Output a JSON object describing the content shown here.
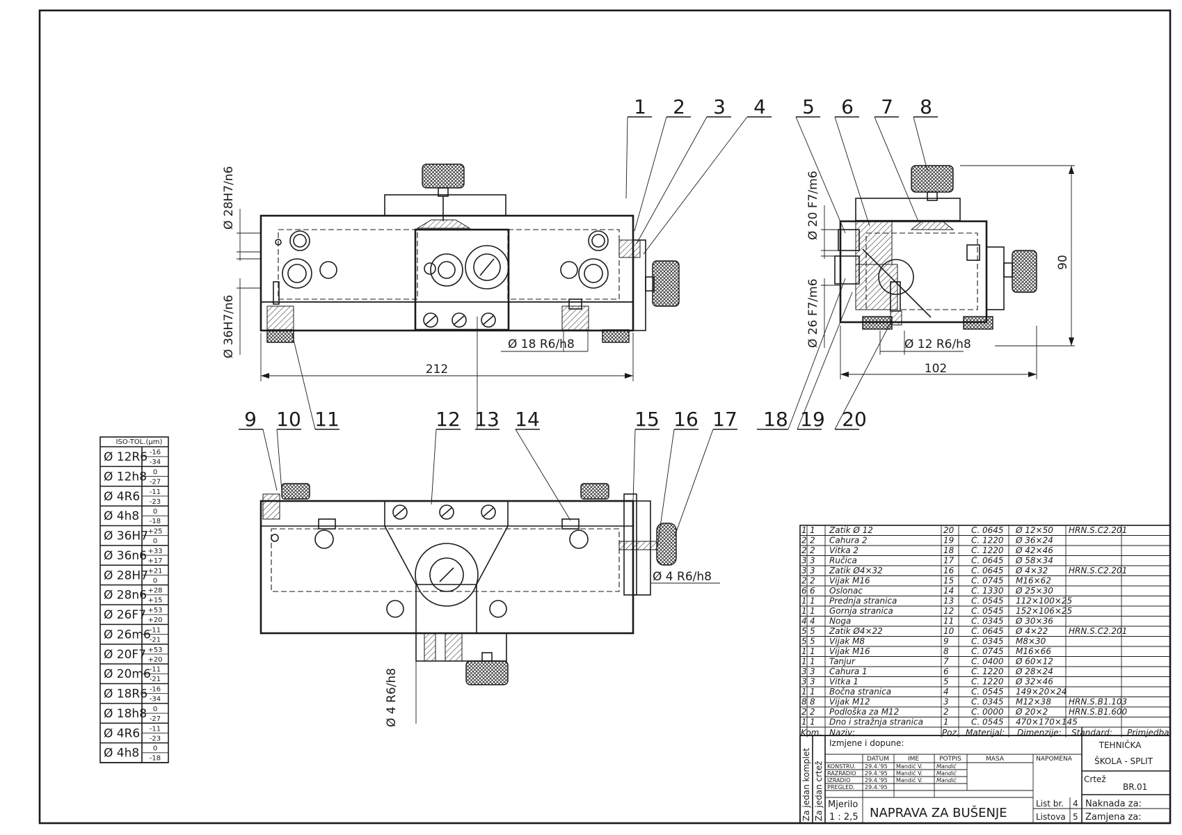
{
  "callouts": [
    "1",
    "2",
    "3",
    "4",
    "5",
    "6",
    "7",
    "8",
    "9",
    "10",
    "11",
    "12",
    "13",
    "14",
    "15",
    "16",
    "17",
    "18",
    "19",
    "20"
  ],
  "dimensions": {
    "d28": "Ø 28H7/n6",
    "d36": "Ø 36H7/n6",
    "d18": "Ø 18 R6/h8",
    "w212": "212",
    "d20": "Ø 20 F7/m6",
    "d26": "Ø 26 F7/m6",
    "d12": "Ø 12 R6/h8",
    "w102": "102",
    "h90": "90",
    "d4a": "Ø 4 R6/h8",
    "d4b": "Ø 4 R6/h8"
  },
  "tolerance_table": {
    "header": "ISO-TOL.(μm)",
    "rows": [
      {
        "fit": "Ø 12R6",
        "upper": "-16",
        "lower": "-34"
      },
      {
        "fit": "Ø 12h8",
        "upper": "0",
        "lower": "-27"
      },
      {
        "fit": "Ø 4R6",
        "upper": "-11",
        "lower": "-23"
      },
      {
        "fit": "Ø 4h8",
        "upper": "0",
        "lower": "-18"
      },
      {
        "fit": "Ø 36H7",
        "upper": "+25",
        "lower": "0"
      },
      {
        "fit": "Ø 36n6",
        "upper": "+33",
        "lower": "+17"
      },
      {
        "fit": "Ø 28H7",
        "upper": "+21",
        "lower": "0"
      },
      {
        "fit": "Ø 28n6",
        "upper": "+28",
        "lower": "+15"
      },
      {
        "fit": "Ø 26F7",
        "upper": "+53",
        "lower": "+20"
      },
      {
        "fit": "Ø 26m6",
        "upper": "-11",
        "lower": "-21"
      },
      {
        "fit": "Ø 20F7",
        "upper": "+53",
        "lower": "+20"
      },
      {
        "fit": "Ø 20m6",
        "upper": "-11",
        "lower": "-21"
      },
      {
        "fit": "Ø 18R6",
        "upper": "-16",
        "lower": "-34"
      },
      {
        "fit": "Ø 18h8",
        "upper": "0",
        "lower": "-27"
      },
      {
        "fit": "Ø 4R6",
        "upper": "-11",
        "lower": "-23"
      },
      {
        "fit": "Ø 4h8",
        "upper": "0",
        "lower": "-18"
      }
    ]
  },
  "bom": {
    "rows": [
      {
        "a": "1",
        "b": "1",
        "name": "Zatik Ø 12",
        "pos": "20",
        "material": "Č. 0645",
        "dims": "Ø 12×50",
        "standard": "HRN.S.C2.201",
        "note": ""
      },
      {
        "a": "2",
        "b": "2",
        "name": "Čahura 2",
        "pos": "19",
        "material": "Č. 1220",
        "dims": "Ø 36×24",
        "standard": "",
        "note": ""
      },
      {
        "a": "2",
        "b": "2",
        "name": "Vitka 2",
        "pos": "18",
        "material": "Č. 1220",
        "dims": "Ø 42×46",
        "standard": "",
        "note": ""
      },
      {
        "a": "3",
        "b": "3",
        "name": "Ručica",
        "pos": "17",
        "material": "Č. 0645",
        "dims": "Ø 58×34",
        "standard": "",
        "note": ""
      },
      {
        "a": "3",
        "b": "3",
        "name": "Zatik Ø4×32",
        "pos": "16",
        "material": "Č. 0645",
        "dims": "Ø 4×32",
        "standard": "HRN.S.C2.201",
        "note": ""
      },
      {
        "a": "2",
        "b": "2",
        "name": "Vijak M16",
        "pos": "15",
        "material": "Č. 0745",
        "dims": "M16×62",
        "standard": "",
        "note": ""
      },
      {
        "a": "6",
        "b": "6",
        "name": "Oslonac",
        "pos": "14",
        "material": "Č. 1330",
        "dims": "Ø 25×30",
        "standard": "",
        "note": ""
      },
      {
        "a": "1",
        "b": "1",
        "name": "Prednja stranica",
        "pos": "13",
        "material": "Č. 0545",
        "dims": "112×100×25",
        "standard": "",
        "note": ""
      },
      {
        "a": "1",
        "b": "1",
        "name": "Gornja stranica",
        "pos": "12",
        "material": "Č. 0545",
        "dims": "152×106×25",
        "standard": "",
        "note": ""
      },
      {
        "a": "4",
        "b": "4",
        "name": "Noga",
        "pos": "11",
        "material": "Č. 0345",
        "dims": "Ø 30×36",
        "standard": "",
        "note": ""
      },
      {
        "a": "5",
        "b": "5",
        "name": "Zatik Ø4×22",
        "pos": "10",
        "material": "Č. 0645",
        "dims": "Ø 4×22",
        "standard": "HRN.S.C2.201",
        "note": ""
      },
      {
        "a": "5",
        "b": "5",
        "name": "Vijak M8",
        "pos": "9",
        "material": "Č. 0345",
        "dims": "M8×30",
        "standard": "",
        "note": ""
      },
      {
        "a": "1",
        "b": "1",
        "name": "Vijak M16",
        "pos": "8",
        "material": "Č. 0745",
        "dims": "M16×66",
        "standard": "",
        "note": ""
      },
      {
        "a": "1",
        "b": "1",
        "name": "Tanjur",
        "pos": "7",
        "material": "Č. 0400",
        "dims": "Ø 60×12",
        "standard": "",
        "note": ""
      },
      {
        "a": "3",
        "b": "3",
        "name": "Čahura 1",
        "pos": "6",
        "material": "Č. 1220",
        "dims": "Ø 28×24",
        "standard": "",
        "note": ""
      },
      {
        "a": "3",
        "b": "3",
        "name": "Vitka 1",
        "pos": "5",
        "material": "Č. 1220",
        "dims": "Ø 32×46",
        "standard": "",
        "note": ""
      },
      {
        "a": "1",
        "b": "1",
        "name": "Bočna stranica",
        "pos": "4",
        "material": "Č. 0545",
        "dims": "149×20×24",
        "standard": "",
        "note": ""
      },
      {
        "a": "8",
        "b": "8",
        "name": "Vijak M12",
        "pos": "3",
        "material": "Č. 0345",
        "dims": "M12×38",
        "standard": "HRN.S.B1.103",
        "note": ""
      },
      {
        "a": "2",
        "b": "2",
        "name": "Podloška za M12",
        "pos": "2",
        "material": "Č. 0000",
        "dims": "Ø 20×2",
        "standard": "HRN.S.B1.600",
        "note": ""
      },
      {
        "a": "1",
        "b": "1",
        "name": "Dno i stražnja stranica",
        "pos": "1",
        "material": "Č. 0545",
        "dims": "470×170×145",
        "standard": "",
        "note": ""
      }
    ],
    "headers": {
      "kom": "Kom.",
      "naziv": "Naziv:",
      "poz": "Poz.",
      "materijal": "Materijal:",
      "dimenzije": "Dimenzije:",
      "standard": "Standard:",
      "primjedba": "Primjedba"
    }
  },
  "title_block": {
    "changes": "Izmjene i dopune:",
    "school_line1": "TEHNIČKA",
    "school_line2": "ŠKOLA - SPLIT",
    "col_datum": "DATUM",
    "col_ime": "IME",
    "col_potpis": "POTPIS",
    "col_masa": "MASA",
    "col_napomena": "NAPOMENA",
    "rows": [
      {
        "role": "KONSTRU.",
        "date": "29.4.'95",
        "name": "Mandić V.",
        "sign": "Mandić"
      },
      {
        "role": "RAZRADIO",
        "date": "29.4.'95",
        "name": "Mandić V.",
        "sign": "Mandić"
      },
      {
        "role": "IZRADIO",
        "date": "29.4.'95",
        "name": "Mandić V.",
        "sign": "Mandić"
      },
      {
        "role": "PREGLED.",
        "date": "29.4.'95",
        "name": "",
        "sign": ""
      }
    ],
    "crtez_label": "Crtež",
    "drawing_no": "BR.01",
    "mjerilo_label": "Mjerilo",
    "scale": "1 : 2,5",
    "title": "NAPRAVA ZA BUŠENJE",
    "list_label": "List br.",
    "list_no": "4",
    "listova_label": "Listova",
    "listova_no": "5",
    "naknada": "Naknada za:",
    "zamjena": "Zamjena za:",
    "side1": "Za jedan komplet",
    "side2": "Za jedan crtež"
  }
}
